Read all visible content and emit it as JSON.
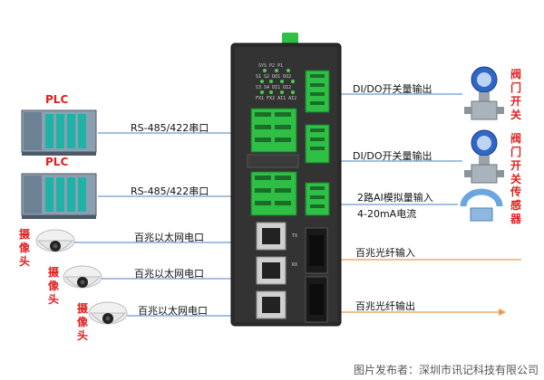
{
  "plc_labels": [
    "PLC",
    "PLC"
  ],
  "camera_label": "摄像头",
  "left_links": [
    "RS-485/422串口",
    "RS-485/422串口",
    "百兆以太网电口",
    "百兆以太网电口",
    "百兆以太网电口"
  ],
  "right_links": [
    "DI/DO开关量输出",
    "DI/DO开关量输出",
    "2路AI模拟量输入",
    "4-20mA电流",
    "百兆光纤输入",
    "百兆光纤输出"
  ],
  "valve_label": "阀门开关",
  "sensor_label": "传感器",
  "caption": "图片发布者：深圳市讯记科技有限公司",
  "device": {
    "led_row1": [
      "SYS",
      "P2",
      "P1"
    ],
    "led_row2": [
      "S1",
      "S2",
      "DO1",
      "DO2"
    ],
    "led_row3": [
      "S3",
      "S4",
      "DI1",
      "DI2"
    ],
    "led_row4": [
      "FX1",
      "FX2",
      "AI1",
      "AI2"
    ],
    "port_tx": "TX",
    "port_rx": "RX"
  },
  "colors": {
    "red_label": "#e02020",
    "blue_line": "#4a7fc0",
    "orange_line": "#e89a55",
    "terminal_green": "#2fbf45",
    "device_body": "#2b2b2b"
  }
}
